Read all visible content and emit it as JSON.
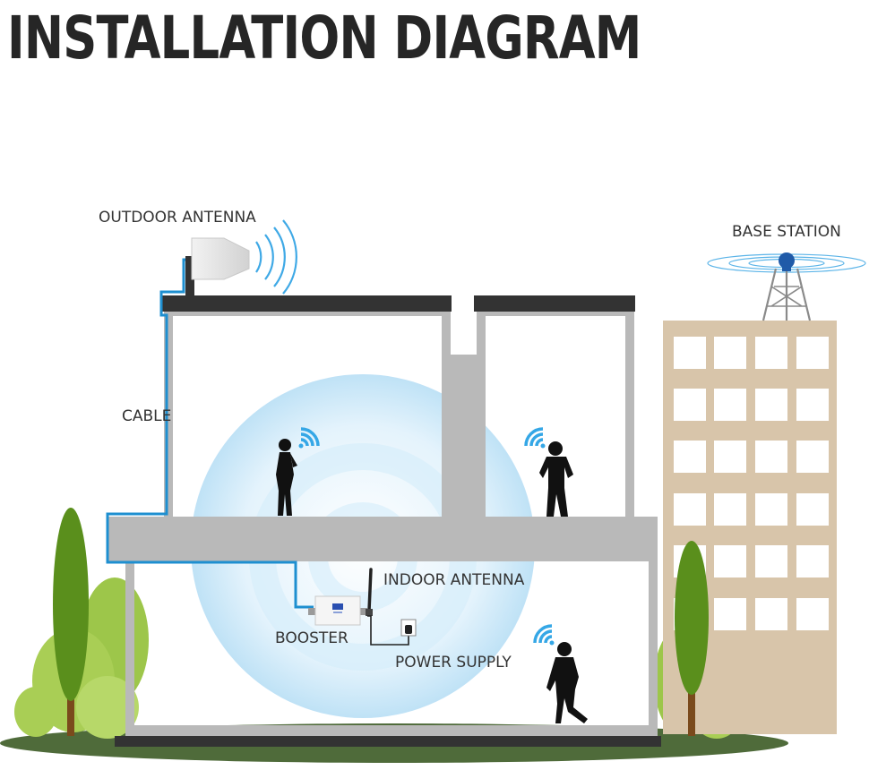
{
  "title": "INSTALLATION DIAGRAM",
  "labels": {
    "outdoor_antenna": "OUTDOOR ANTENNA",
    "base_station": "BASE STATION",
    "cable": "CABLE",
    "indoor_antenna": "INDOOR ANTENNA",
    "booster": "BOOSTER",
    "power_supply": "POWER SUPPLY"
  },
  "colors": {
    "title": "#262626",
    "label": "#333333",
    "wall": "#b9b9b9",
    "roof": "#333333",
    "cable": "#1e8fd0",
    "signal": "#35a7e6",
    "tower_building": "#d8c5aa",
    "tree": "#5a8f1c",
    "bush": "#9dc64a",
    "ground": "#4f6b3a",
    "base_station_dome": "#1f5aa8"
  },
  "icons": [
    "outdoor-antenna-icon",
    "signal-wave-icon",
    "wifi-signal-icon",
    "person-silhouette-icon",
    "booster-device-icon",
    "indoor-antenna-icon",
    "power-outlet-icon",
    "cell-tower-icon",
    "tree-icon"
  ]
}
